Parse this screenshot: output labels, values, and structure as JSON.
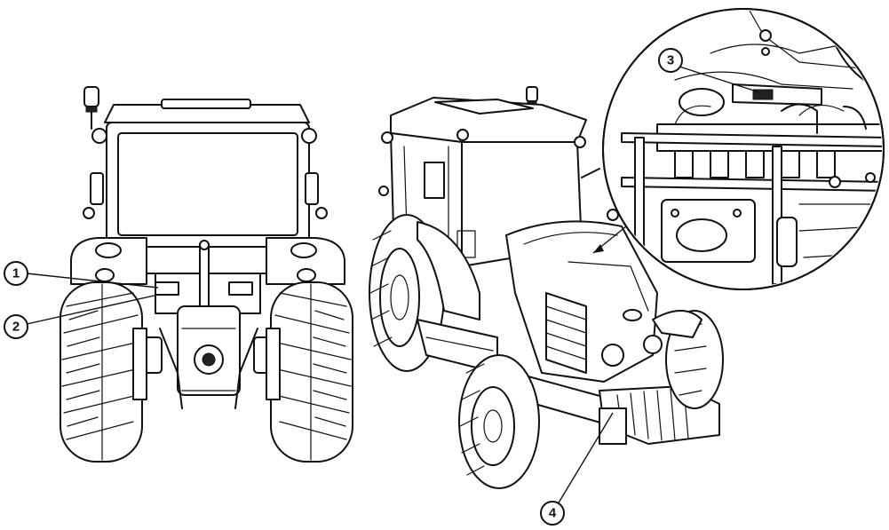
{
  "callouts": [
    {
      "label": "1"
    },
    {
      "label": "2"
    },
    {
      "label": "3"
    },
    {
      "label": "4"
    }
  ],
  "views": {
    "rear": "tractor-rear-view",
    "iso": "tractor-front-isometric-view",
    "detail": "engine-detail-magnified-view"
  },
  "colors": {
    "line": "#111111",
    "background": "#ffffff"
  }
}
